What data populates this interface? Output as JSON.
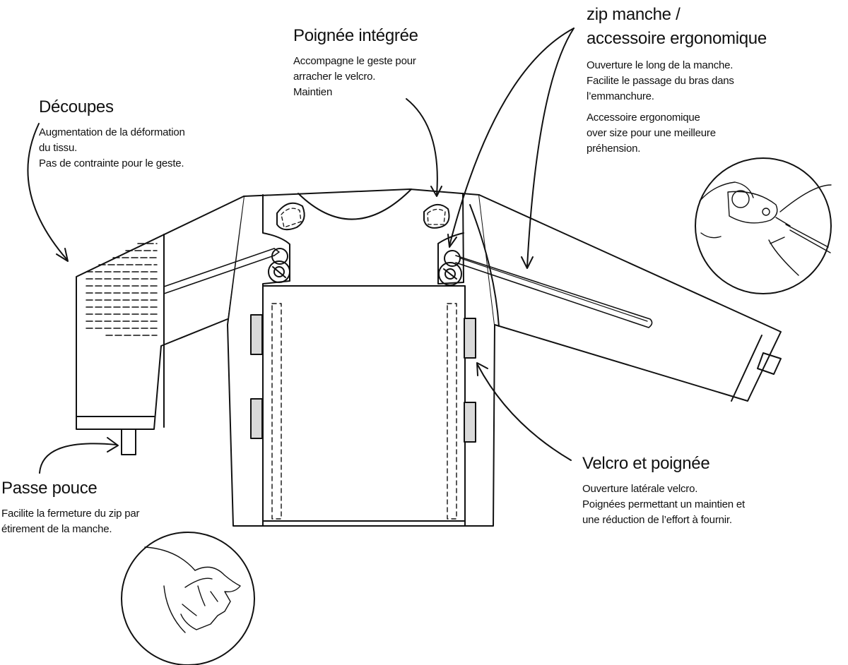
{
  "annotations": {
    "decoupes": {
      "title": "Découpes",
      "lines": [
        "Augmentation de la déformation",
        "du tissu.",
        "Pas de contrainte pour le geste."
      ]
    },
    "poignee_integree": {
      "title": "Poignée intégrée",
      "lines": [
        "Accompagne le geste pour",
        "arracher le velcro.",
        "Maintien"
      ]
    },
    "zip_manche": {
      "title_line1": "zip manche /",
      "title_line2": "accessoire ergonomique",
      "lines": [
        "Ouverture le long de la manche.",
        "Facilite le passage du bras dans",
        "l’emmanchure."
      ],
      "lines2": [
        "Accessoire ergonomique",
        "over size pour une meilleure",
        "préhension."
      ]
    },
    "velcro_poignee": {
      "title": "Velcro et poignée",
      "lines": [
        "Ouverture latérale velcro.",
        "Poignées permettant un maintien et",
        "une réduction de l’effort à fournir."
      ]
    },
    "passe_pouce": {
      "title": "Passe pouce",
      "lines": [
        "Facilite la fermeture du zip par",
        "étirement de la manche."
      ]
    }
  },
  "colors": {
    "line": "#111111",
    "velcro_fill": "#d9d9d9",
    "background": "#ffffff"
  }
}
